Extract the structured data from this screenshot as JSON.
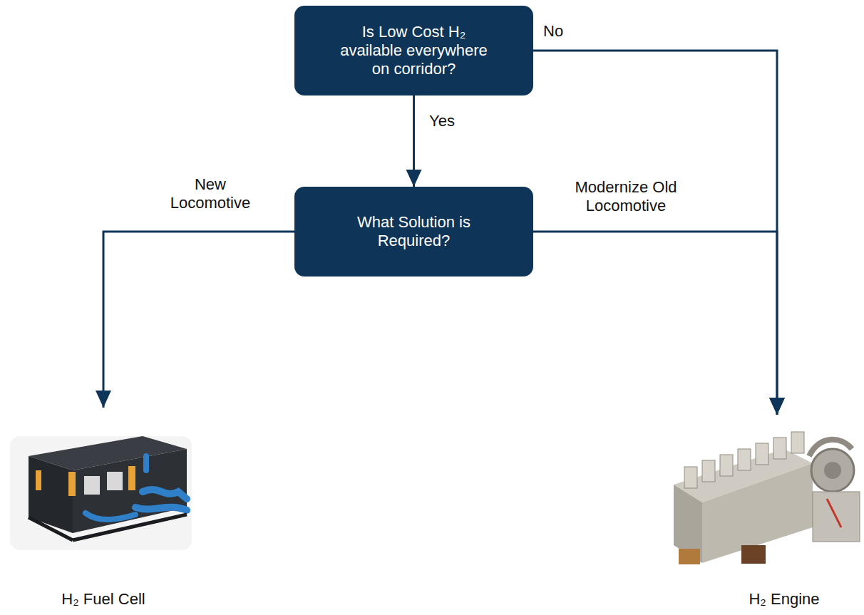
{
  "diagram": {
    "nodes": [
      {
        "text": [
          "Is Low Cost H₂ available everywhere on corridor?"
        ]
      },
      {
        "text": [
          "What Solution is Required?"
        ]
      },
      {
        "text": [
          "H₂ Fuel Cell"
        ]
      },
      {
        "text": [
          "H₂ Engine"
        ]
      }
    ],
    "edges": [
      {
        "from": 0,
        "to": 1,
        "label": "Yes",
        "arrow": "to"
      },
      {
        "from": 0,
        "to": 3,
        "label": "No",
        "arrow": "to"
      },
      {
        "from": 1,
        "to": 2,
        "label": "New Locomotive",
        "arrow": "to"
      },
      {
        "from": 1,
        "to": 3,
        "label": "Modernize Old Locomotive",
        "arrow": "to"
      }
    ]
  }
}
